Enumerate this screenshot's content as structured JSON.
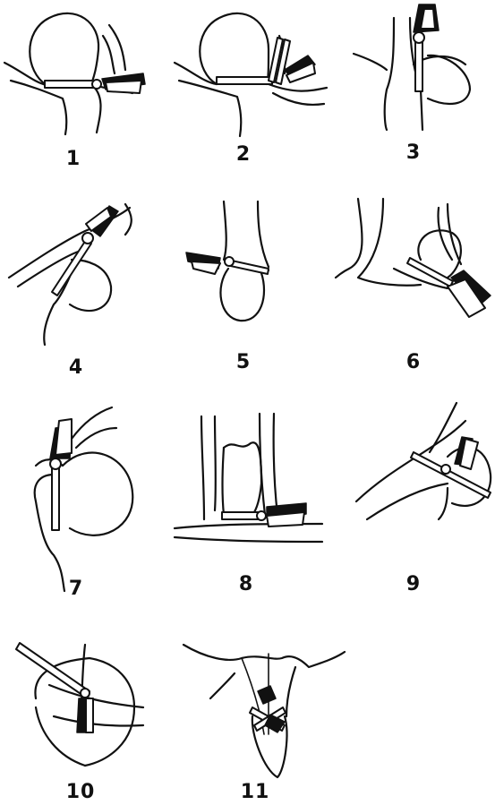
{
  "panels": [
    {
      "label": "1"
    },
    {
      "label": "2"
    },
    {
      "label": "3"
    },
    {
      "label": "4"
    },
    {
      "label": "5"
    },
    {
      "label": "6"
    },
    {
      "label": "7"
    },
    {
      "label": "8"
    },
    {
      "label": "9"
    },
    {
      "label": "10"
    },
    {
      "label": "11"
    }
  ]
}
